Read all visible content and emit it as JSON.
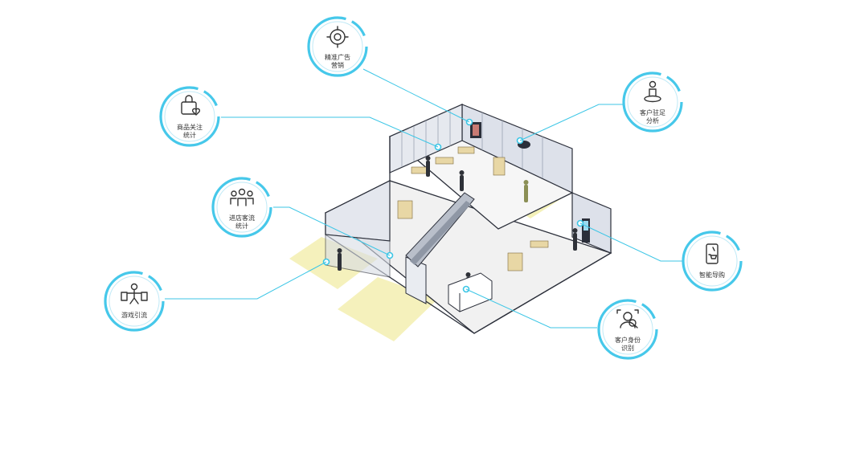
{
  "colors": {
    "accent": "#3cc6e6",
    "ring": "#46c8ea",
    "floor": "#f2f2f2",
    "wall": "#dfe3ea",
    "wall_line": "#2b2f3a",
    "camera_zone": "#f3efb0"
  },
  "nodes": [
    {
      "id": "ad",
      "icon": "crosshair-icon",
      "lines": [
        "精准广告",
        "营销"
      ]
    },
    {
      "id": "product",
      "icon": "shopping-bag-heart-icon",
      "lines": [
        "商品关注",
        "统计"
      ]
    },
    {
      "id": "traffic",
      "icon": "people-group-icon",
      "lines": [
        "进店客流",
        "统计"
      ]
    },
    {
      "id": "game",
      "icon": "person-kiosk-icon",
      "lines": [
        "游戏引流"
      ]
    },
    {
      "id": "dwell",
      "icon": "person-location-icon",
      "lines": [
        "客户驻足",
        "分析"
      ]
    },
    {
      "id": "guide",
      "icon": "phone-cart-icon",
      "lines": [
        "智能导购"
      ]
    },
    {
      "id": "identity",
      "icon": "face-scan-icon",
      "lines": [
        "客户身份",
        "识别"
      ]
    }
  ]
}
